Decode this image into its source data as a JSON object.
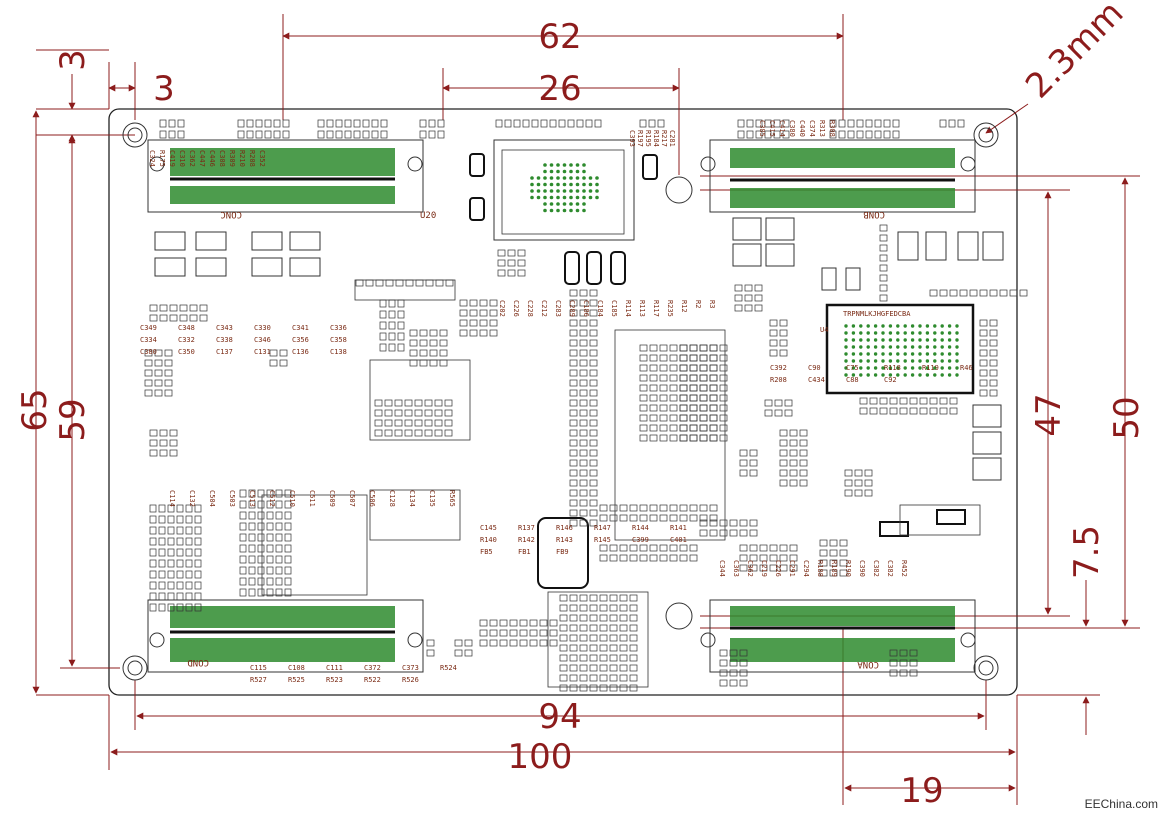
{
  "dimensions": {
    "top_62": "62",
    "top_26": "26",
    "left_3a": "3",
    "left_3b": "3",
    "diag_hole": "2.3mm",
    "left_65": "65",
    "left_59": "59",
    "right_47": "47",
    "right_50": "50",
    "right_7_5": "7.5",
    "bottom_94": "94",
    "bottom_100": "100",
    "bottom_19": "19"
  },
  "connectors": {
    "conc": "CONC",
    "conb": "CONB",
    "cond": "COND",
    "cona": "CONA"
  },
  "chips": {
    "u4_label": "U4",
    "u4_pins": "TRPNMLKJHGFEDCBA",
    "u20": "U20"
  },
  "silk_groups": {
    "top_left": [
      "C324",
      "R175",
      "C419",
      "C310",
      "C362",
      "C447",
      "C446",
      "C308",
      "R309",
      "R210",
      "R208",
      "C352"
    ],
    "top_mid": [
      "C393",
      "R197",
      "R195",
      "R184",
      "R217",
      "C281"
    ],
    "top_right": [
      "C385",
      "C415",
      "C414",
      "C380",
      "C440",
      "C374",
      "R313",
      "R308"
    ],
    "left": [
      "C349",
      "C348",
      "C343",
      "C330",
      "C341",
      "C336",
      "C334",
      "C332",
      "C338",
      "C346",
      "C356",
      "C358",
      "C380",
      "C350",
      "C137",
      "C131",
      "C136",
      "C138"
    ],
    "center": [
      "C202",
      "C226",
      "C228",
      "C212",
      "C283",
      "C289",
      "C186",
      "C184",
      "C185",
      "R114",
      "R113",
      "R117",
      "R235",
      "R12",
      "R2",
      "R3"
    ],
    "right": [
      "C392",
      "C90",
      "C75",
      "R118",
      "R119",
      "R46",
      "R208",
      "C434",
      "C88",
      "C92"
    ],
    "bottom_left": [
      "C114",
      "C132",
      "C504",
      "C503",
      "C513",
      "C512",
      "C510",
      "C511",
      "C509",
      "C507",
      "C506",
      "C128",
      "C134",
      "C135",
      "R565"
    ],
    "bottom_mid": [
      "C145",
      "R137",
      "R146",
      "R147",
      "R144",
      "R141",
      "R140",
      "R142",
      "R143",
      "R145",
      "C399",
      "C401",
      "FB5",
      "FB1",
      "FB9"
    ],
    "bottom_right": [
      "C344",
      "C363",
      "C362",
      "C219",
      "C226",
      "C291",
      "C294",
      "R188",
      "R189",
      "R190",
      "C390",
      "C382",
      "C382",
      "R452"
    ],
    "bottom_row": [
      "C115",
      "C108",
      "C111",
      "C372",
      "C373",
      "R524",
      "R527",
      "R525",
      "R523",
      "R522",
      "R526"
    ]
  },
  "watermark": "EEChina.com"
}
